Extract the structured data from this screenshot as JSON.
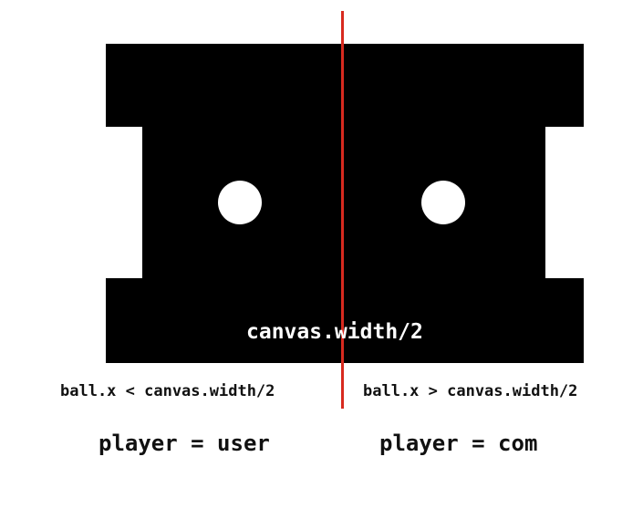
{
  "colors": {
    "field": "#000000",
    "ball": "#ffffff",
    "center_line": "#d82a1f",
    "label_on_field": "#ffffff",
    "text": "#111111"
  },
  "labels": {
    "canvas_center": "canvas.width/2",
    "left_condition": "ball.x < canvas.width/2",
    "right_condition": "ball.x > canvas.width/2",
    "left_player": "player = user",
    "right_player": "player = com"
  },
  "icons": {
    "ball_left": "ball-icon",
    "ball_right": "ball-icon"
  }
}
